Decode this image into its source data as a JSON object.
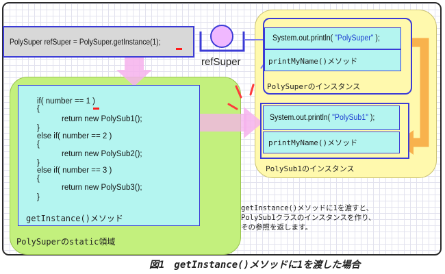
{
  "call_box": {
    "code": "PolySuper refSuper = PolySuper.getInstance(",
    "arg": "1",
    "code_end": ");"
  },
  "ref_label": "refSuper",
  "static_area": {
    "code_lines": [
      "if( number == 1 )",
      "{",
      "return new PolySub1();",
      "}",
      "else if( number == 2 )",
      "{",
      "return new PolySub2();",
      "}",
      "else if( number == 3 )",
      "{",
      "return new PolySub3();",
      "}"
    ],
    "method_label": "getInstance()メソッド",
    "area_label": "PolySuperのstatic領域"
  },
  "super_instance": {
    "println_prefix": "System.out.println(",
    "println_str": "\"PolySuper\"",
    "println_suffix": ");",
    "method": "printMyName()メソッド",
    "label": "PolySuperのインスタンス"
  },
  "sub1_instance": {
    "println_prefix": "System.out.println(",
    "println_str": "\"PolySub1\"",
    "println_suffix": ");",
    "method": "printMyName()メソッド",
    "label": "PolySub1のインスタンス"
  },
  "note": {
    "line1": "getInstance()メソッドに1を渡すと、",
    "line2": "PolySub1クラスのインスタンスを作り、",
    "line3": "その参照を返します。"
  },
  "caption": "図1　getInstance()メソッドに1を渡した場合",
  "colors": {
    "static_bg": "#c3f07d",
    "instance_bg": "#fff9ad",
    "code_bg": "#b4f5f0",
    "box_border": "#3b3bd6",
    "call_bg": "#d8d8d8",
    "arrow_pink": "#f6b2ec",
    "arrow_orange": "#f8b24d"
  }
}
